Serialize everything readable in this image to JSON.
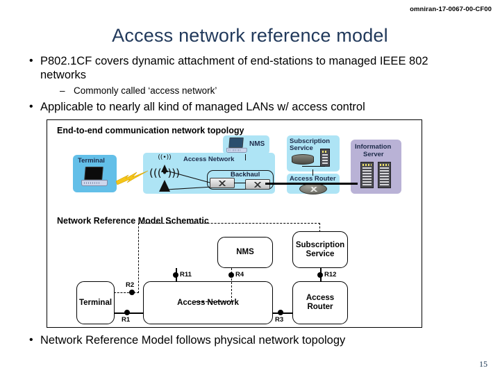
{
  "header": {
    "doc_id": "omniran-17-0067-00-CF00"
  },
  "title": "Access network reference model",
  "page_number": "15",
  "bullets": [
    {
      "mark": "•",
      "text": "P802.1CF covers dynamic attachment of end-stations to managed IEEE 802 networks"
    },
    {
      "mark": "–",
      "text": "Commonly called ‘access network’"
    },
    {
      "mark": "•",
      "text": "Applicable to nearly all kind of managed LANs w/ access control"
    },
    {
      "mark": "•",
      "text": "Network Reference Model follows physical network topology"
    }
  ],
  "figure": {
    "top_heading": "End-to-end communication network topology",
    "bottom_heading": "Network Reference Model Schematic",
    "topology": {
      "terminal": "Terminal",
      "access_network": "Access Network",
      "nms": "NMS",
      "backhaul": "Backhaul",
      "subscription_service": "Subscription\nService",
      "subscription_service_line1": "Subscription",
      "subscription_service_line2": "Service",
      "access_router": "Access Router",
      "information_server_line1": "Information",
      "information_server_line2": "Server"
    },
    "schematic": {
      "nodes": [
        {
          "id": "terminal",
          "label": "Terminal"
        },
        {
          "id": "access-network",
          "label": "Access Network"
        },
        {
          "id": "nms",
          "label": "NMS"
        },
        {
          "id": "subscription-service",
          "label": "Subscription\nService"
        },
        {
          "id": "access-router",
          "label": "Access\nRouter"
        }
      ],
      "subscription_service_line1": "Subscription",
      "subscription_service_line2": "Service",
      "access_router_line1": "Access",
      "access_router_line2": "Router",
      "reference_points": [
        {
          "id": "R1",
          "label": "R1"
        },
        {
          "id": "R2",
          "label": "R2"
        },
        {
          "id": "R3",
          "label": "R3"
        },
        {
          "id": "R4",
          "label": "R4"
        },
        {
          "id": "R11",
          "label": "R11"
        },
        {
          "id": "R12",
          "label": "R12"
        }
      ]
    }
  },
  "colors": {
    "title": "#21395b",
    "terminal_block": "#63bfe8",
    "access_network_block": "#aee4f5",
    "nms_block": "#aee4f5",
    "subscription_block": "#aee4f5",
    "access_router_block": "#aee4f5",
    "information_server_block": "#b9b2d6",
    "bolt": "#f5c518"
  }
}
